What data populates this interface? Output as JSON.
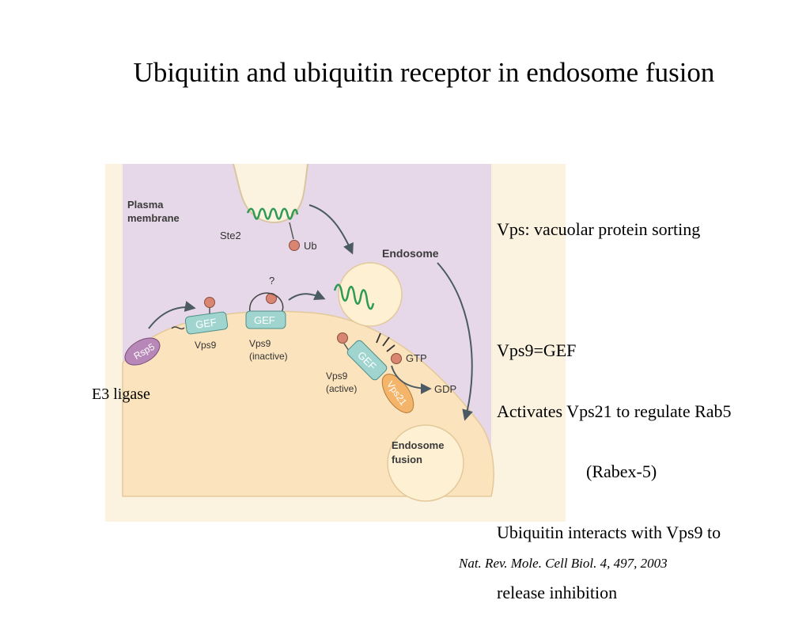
{
  "slide": {
    "title": "Ubiquitin and ubiquitin receptor in endosome fusion"
  },
  "notes": [
    "Vps: vacuolar protein sorting",
    "",
    "Vps9=GEF",
    "Activates Vps21 to regulate Rab5",
    "(Rabex-5)",
    "Ubiquitin interacts with Vps9 to",
    "release inhibition"
  ],
  "e3_label": "E3 ligase",
  "citation": "Nat. Rev. Mole. Cell  Biol. 4, 497, 2003",
  "figure": {
    "plasma_membrane": [
      "Plasma",
      "membrane"
    ],
    "ste2": "Ste2",
    "ub": "Ub",
    "endosome": "Endosome",
    "question_mark": "?",
    "gef": "GEF",
    "rsp5": "Rsp5",
    "vps9": "Vps9",
    "vps9_inactive": [
      "Vps9",
      "(inactive)"
    ],
    "vps9_active": [
      "Vps9",
      "(active)"
    ],
    "vps21": "Vps21",
    "gtp": "GTP",
    "gdp": "GDP",
    "endosome_fusion": [
      "Endosome",
      "fusion"
    ],
    "colors": {
      "background": "#fbf3df",
      "cytoplasm": "#e6d8e8",
      "cell_body": "#fbe3bd",
      "vesicle": "#fdf0d3",
      "gef": "#9fd4cf",
      "rsp5": "#b787b8",
      "vps21": "#f4b56a",
      "ubiquitin": "#d88672",
      "receptor": "#2e9a55",
      "arrow": "#4b5a63"
    }
  }
}
